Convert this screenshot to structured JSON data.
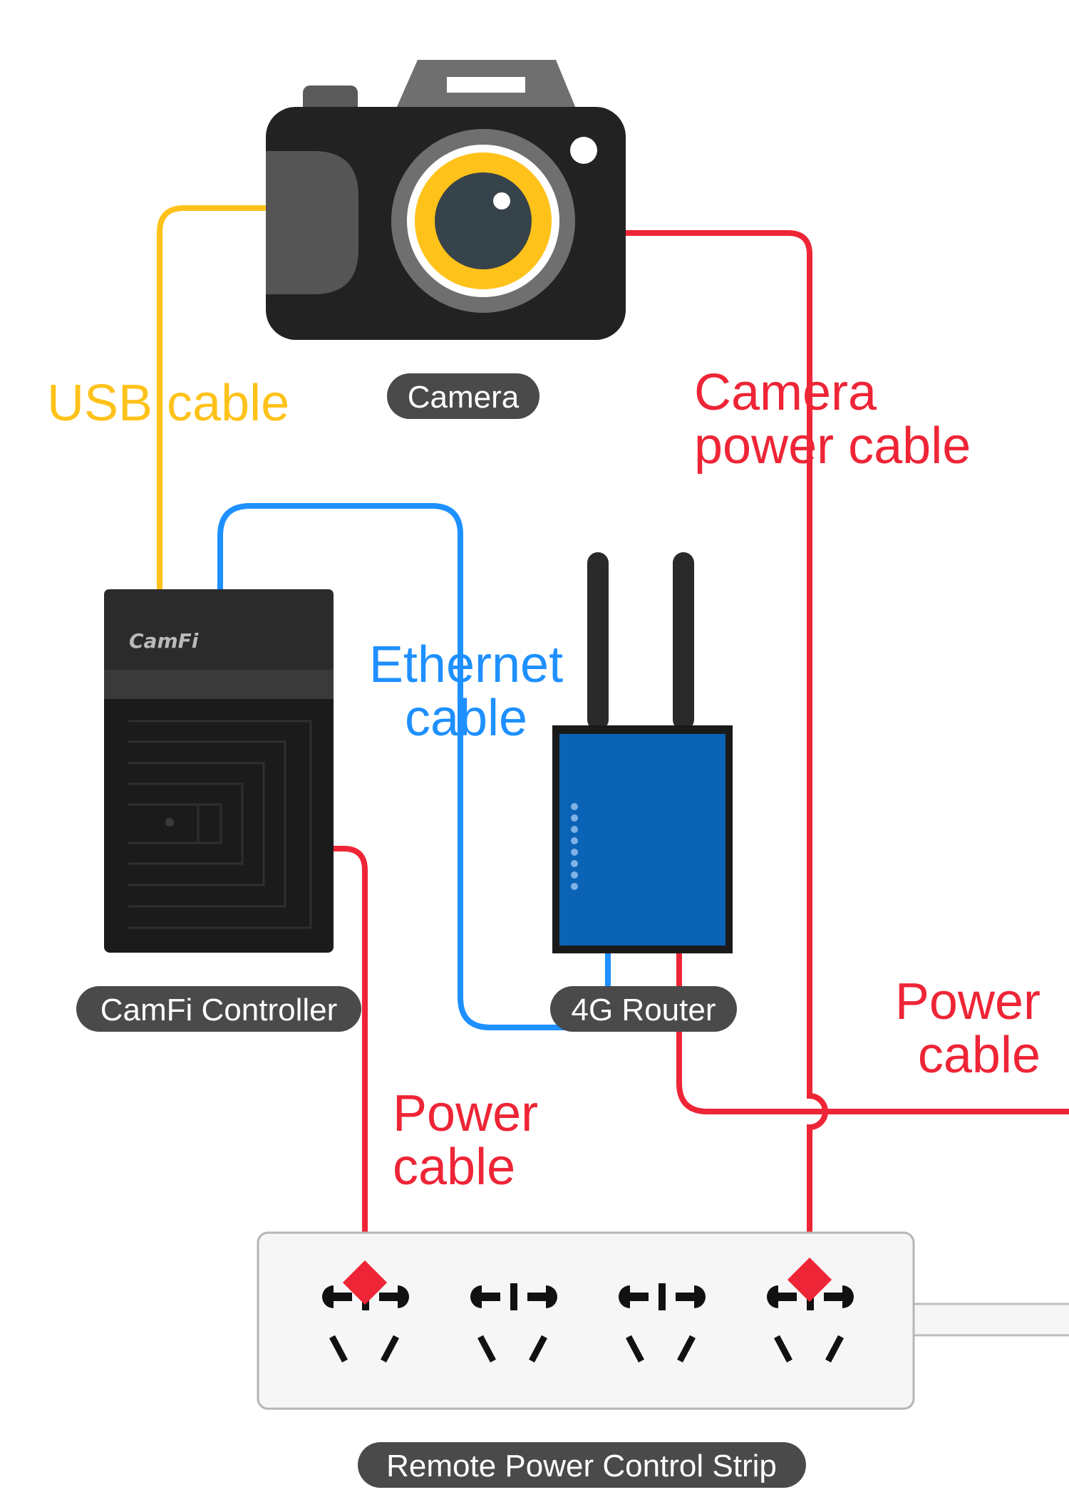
{
  "devices": {
    "camera": {
      "label": "Camera"
    },
    "controller": {
      "label": "CamFi Controller",
      "brand": "CamFi"
    },
    "router": {
      "label": "4G Router"
    },
    "power_strip": {
      "label": "Remote Power Control Strip"
    }
  },
  "cables": {
    "usb": {
      "label": "USB cable",
      "color": "#FFC21A"
    },
    "ethernet": {
      "label_line1": "Ethernet",
      "label_line2": "cable",
      "color": "#1E90FF"
    },
    "camera_power": {
      "label_line1": "Camera",
      "label_line2": "power cable",
      "color": "#EE2536"
    },
    "controller_power": {
      "label_line1": "Power",
      "label_line2": "cable",
      "color": "#EE2536"
    },
    "router_power": {
      "label_line1": "Power",
      "label_line2": "cable",
      "color": "#EE2536"
    }
  },
  "colors": {
    "camera_body": "#222222",
    "camera_lens_ring": "#FFC21A",
    "router_body": "#0B63B5",
    "strip_body": "#F6F6F6",
    "pill_background": "#4A4A4A"
  }
}
